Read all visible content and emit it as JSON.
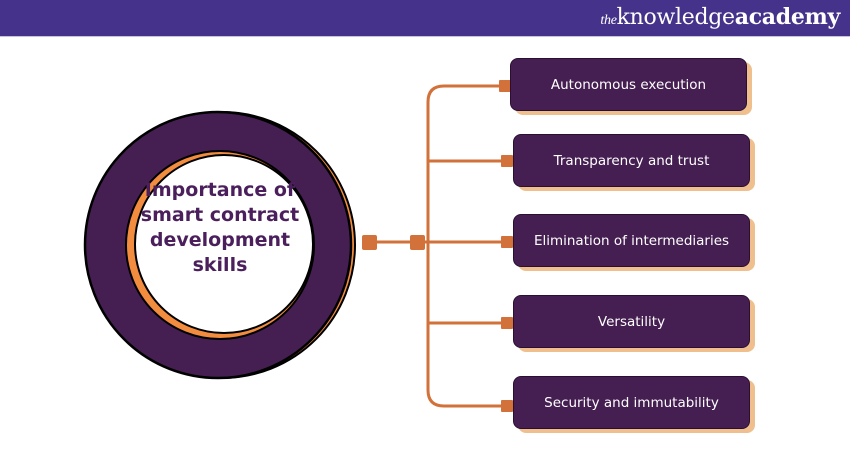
{
  "header": {
    "logo_prefix": "the",
    "logo_word1": "knowledge",
    "logo_word2": "academy"
  },
  "colors": {
    "header_bg": "#45328a",
    "box_fill": "#461f52",
    "box_shadow": "#efc08d",
    "connector": "#d2713a",
    "ring_accent": "#f28c3f",
    "center_text": "#4a1f5c"
  },
  "center": {
    "title": "Importance of smart contract development skills"
  },
  "branches": [
    {
      "label": "Autonomous execution"
    },
    {
      "label": "Transparency and trust"
    },
    {
      "label": "Elimination of intermediaries"
    },
    {
      "label": "Versatility"
    },
    {
      "label": "Security and immutability"
    }
  ]
}
